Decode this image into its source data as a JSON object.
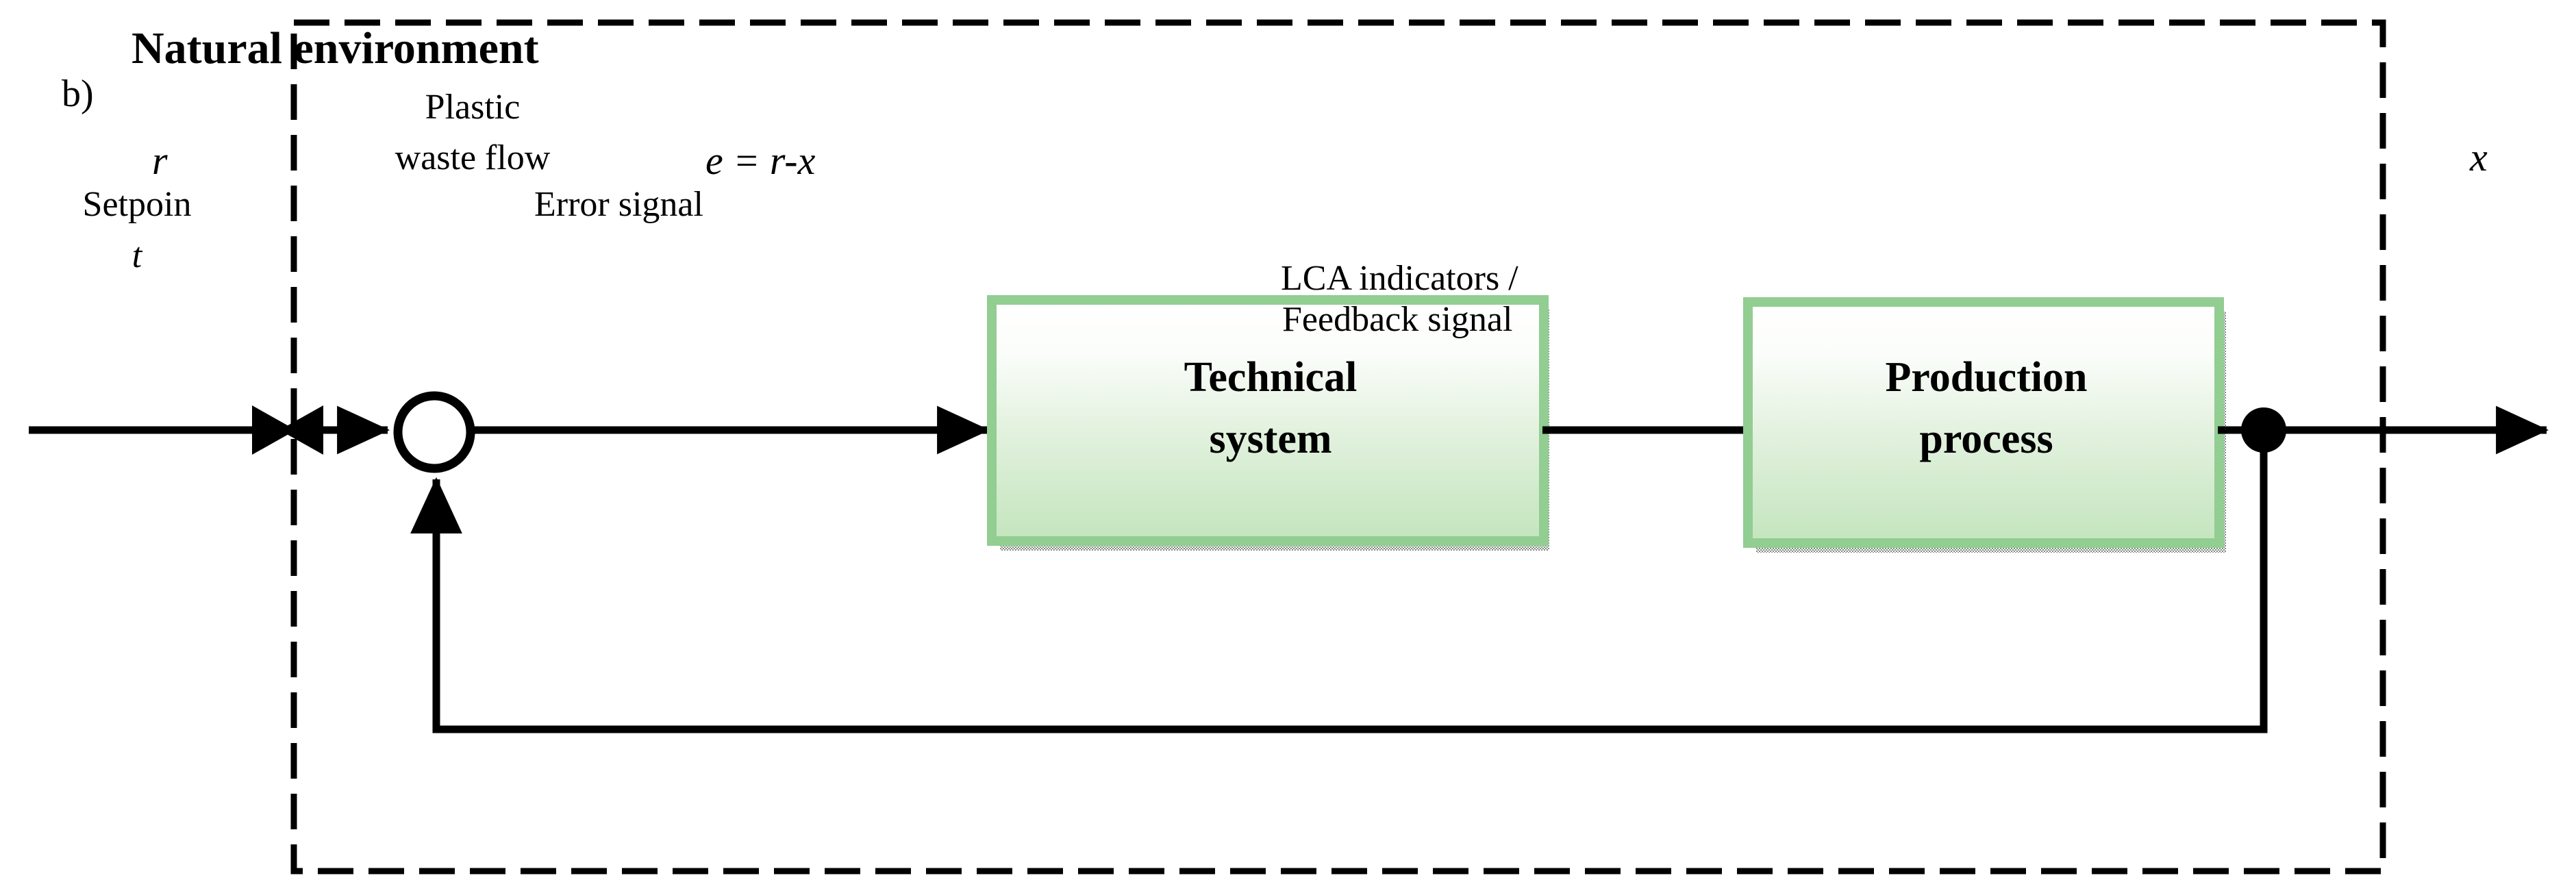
{
  "figure": {
    "panel_label": "b)",
    "title": "Natural environment",
    "boundary": {
      "style": "dashed",
      "color": "#000000",
      "meaning": "natural-environment-boundary"
    }
  },
  "labels": {
    "plastic_waste_flow_line1": "Plastic",
    "plastic_waste_flow_line2": "waste flow",
    "input_symbol": "r",
    "setpoint_line1": "Setpoin",
    "setpoint_line2": "t",
    "error_equation": "e = r-x",
    "error_signal": "Error signal",
    "output_symbol": "x",
    "feedback_line1": "LCA indicators /",
    "feedback_line2": "Feedback signal"
  },
  "blocks": [
    {
      "id": "technical-system",
      "line1": "Technical",
      "line2": "system",
      "border_color": "#92cd92",
      "fill_top": "#ffffff",
      "fill_bottom": "#c3e5bd",
      "shadow": true
    },
    {
      "id": "production-process",
      "line1": "Production",
      "line2": "process",
      "border_color": "#92cd92",
      "fill_top": "#ffffff",
      "fill_bottom": "#c3e5bd",
      "shadow": true
    }
  ],
  "nodes": {
    "summing_junction": {
      "shape": "circle",
      "name": "summing-junction"
    },
    "takeoff_point": {
      "shape": "filled-dot",
      "name": "signal-takeoff-dot"
    },
    "boundary_crossing_marker": {
      "shape": "double-arrowhead",
      "name": "boundary-crossing-marker"
    }
  },
  "colors": {
    "line": "#000000",
    "block_border": "#92cd92",
    "block_fill_bottom": "#c3e5bd",
    "shadow": "#9aa89a",
    "background": "#ffffff"
  }
}
